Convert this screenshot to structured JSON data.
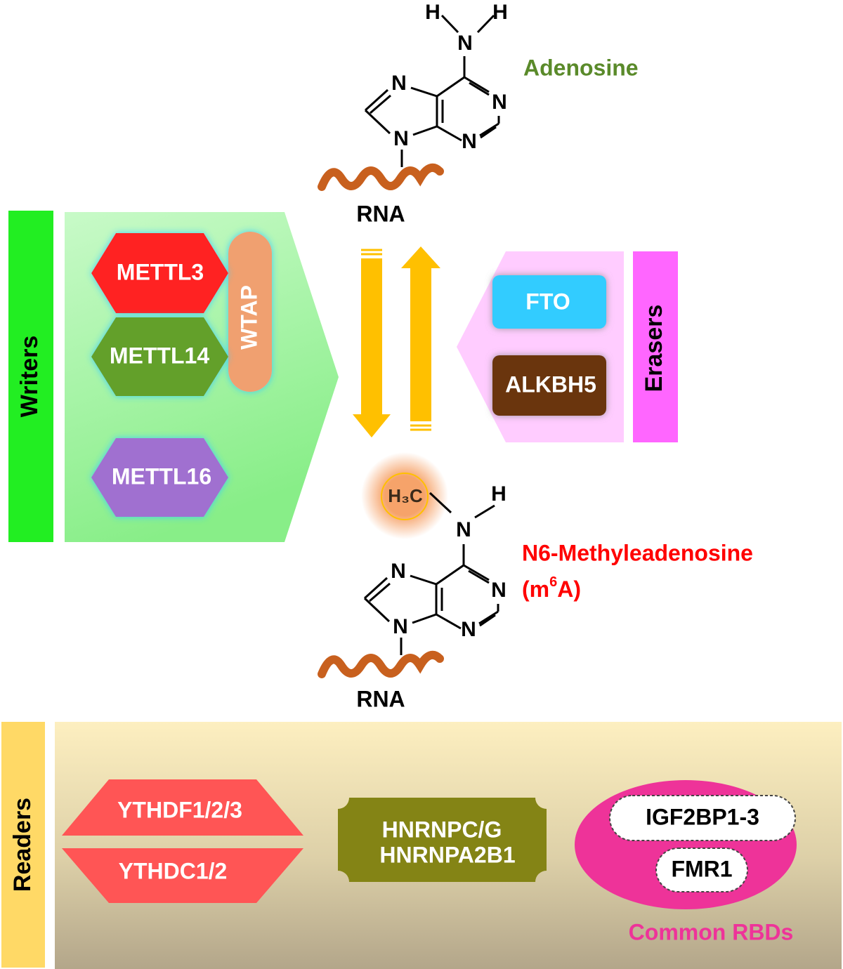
{
  "colors": {
    "writers_bar": "#22ee22",
    "erasers_bar": "#ff66ff",
    "readers_bar": "#ffd966",
    "adenosine_label": "#5a8a2a",
    "m6a_label": "#ff0000",
    "common_rbds_label": "#ee3399",
    "arrow": "#ffc000",
    "rna_wave": "#c8601e"
  },
  "adenosine": {
    "name": "Adenosine",
    "rna": "RNA"
  },
  "m6a": {
    "name": "N6-Methyleadenosine",
    "abbr_prefix": "(m",
    "abbr_sup": "6",
    "abbr_suffix": "A)",
    "methyl": "H₃C",
    "rna": "RNA"
  },
  "atoms": {
    "N": "N",
    "H": "H"
  },
  "writers": {
    "label": "Writers",
    "proteins": [
      "METTL3",
      "METTL14",
      "METTL16"
    ],
    "wtap": "WTAP"
  },
  "erasers": {
    "label": "Erasers",
    "proteins": [
      "FTO",
      "ALKBH5"
    ]
  },
  "readers": {
    "label": "Readers",
    "ythdf": "YTHDF1/2/3",
    "ythdc": "YTHDC1/2",
    "hnrnp_line1": "HNRNPC/G",
    "hnrnp_line2": "HNRNPA2B1",
    "igf2bp": "IGF2BP1-3",
    "fmr1": "FMR1",
    "common_rbds": "Common RBDs"
  }
}
